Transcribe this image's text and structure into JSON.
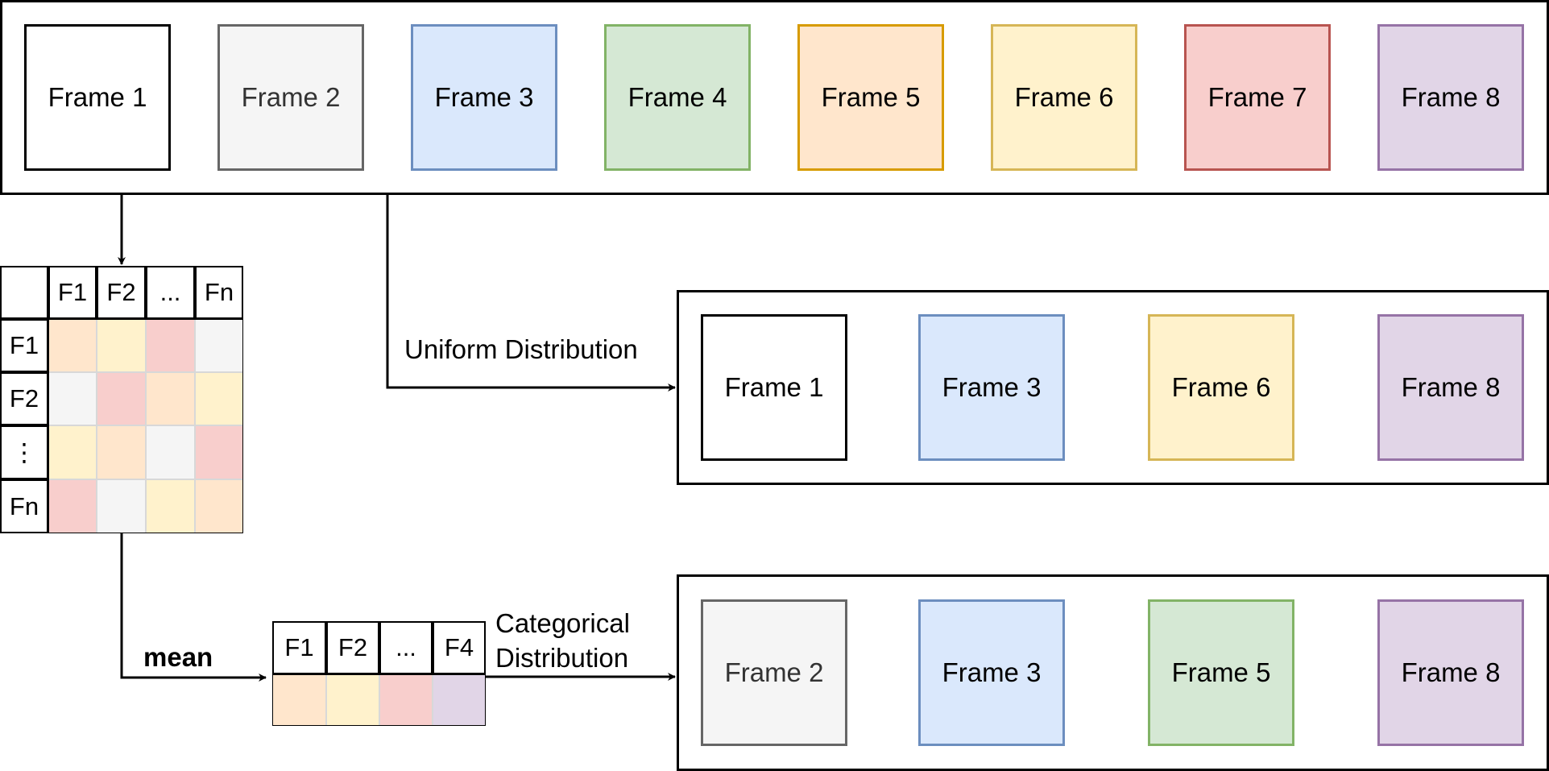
{
  "palette": {
    "white": {
      "fill": "#ffffff",
      "stroke": "#000000",
      "text": "#000000"
    },
    "gray": {
      "fill": "#f5f5f5",
      "stroke": "#666666",
      "text": "#333333"
    },
    "blue": {
      "fill": "#dae8fc",
      "stroke": "#6c8ebf",
      "text": "#000000"
    },
    "green": {
      "fill": "#d5e8d4",
      "stroke": "#82b366",
      "text": "#000000"
    },
    "orange": {
      "fill": "#ffe6cc",
      "stroke": "#d79b00",
      "text": "#000000"
    },
    "yellow": {
      "fill": "#fff2cc",
      "stroke": "#d6b656",
      "text": "#000000"
    },
    "red": {
      "fill": "#f8cecc",
      "stroke": "#b85450",
      "text": "#000000"
    },
    "purple": {
      "fill": "#e1d5e7",
      "stroke": "#9673a6",
      "text": "#000000"
    }
  },
  "all_frames": [
    {
      "label": "Frame 1",
      "color": "white"
    },
    {
      "label": "Frame 2",
      "color": "gray"
    },
    {
      "label": "Frame 3",
      "color": "blue"
    },
    {
      "label": "Frame 4",
      "color": "green"
    },
    {
      "label": "Frame 5",
      "color": "orange"
    },
    {
      "label": "Frame 6",
      "color": "yellow"
    },
    {
      "label": "Frame 7",
      "color": "red"
    },
    {
      "label": "Frame 8",
      "color": "purple"
    }
  ],
  "uniform_frames": [
    {
      "label": "Frame 1",
      "color": "white"
    },
    {
      "label": "Frame 3",
      "color": "blue"
    },
    {
      "label": "Frame 6",
      "color": "yellow"
    },
    {
      "label": "Frame 8",
      "color": "purple"
    }
  ],
  "categorical_frames": [
    {
      "label": "Frame 2",
      "color": "gray"
    },
    {
      "label": "Frame 3",
      "color": "blue"
    },
    {
      "label": "Frame 5",
      "color": "green"
    },
    {
      "label": "Frame 8",
      "color": "purple"
    }
  ],
  "matrix": {
    "col_headers": [
      "F1",
      "F2",
      "...",
      "Fn"
    ],
    "row_headers": [
      "F1",
      "F2",
      "⋮",
      "Fn"
    ],
    "cells": [
      [
        "orange",
        "yellow",
        "red",
        "gray"
      ],
      [
        "gray",
        "red",
        "orange",
        "yellow"
      ],
      [
        "yellow",
        "orange",
        "gray",
        "red"
      ],
      [
        "red",
        "gray",
        "yellow",
        "orange"
      ]
    ]
  },
  "mean_vector": {
    "headers": [
      "F1",
      "F2",
      "...",
      "F4"
    ],
    "cells": [
      "orange",
      "yellow",
      "red",
      "purple"
    ]
  },
  "labels": {
    "uniform": "Uniform Distribution",
    "categorical_line1": "Categorical",
    "categorical_line2": "Distribution",
    "mean": "mean"
  }
}
